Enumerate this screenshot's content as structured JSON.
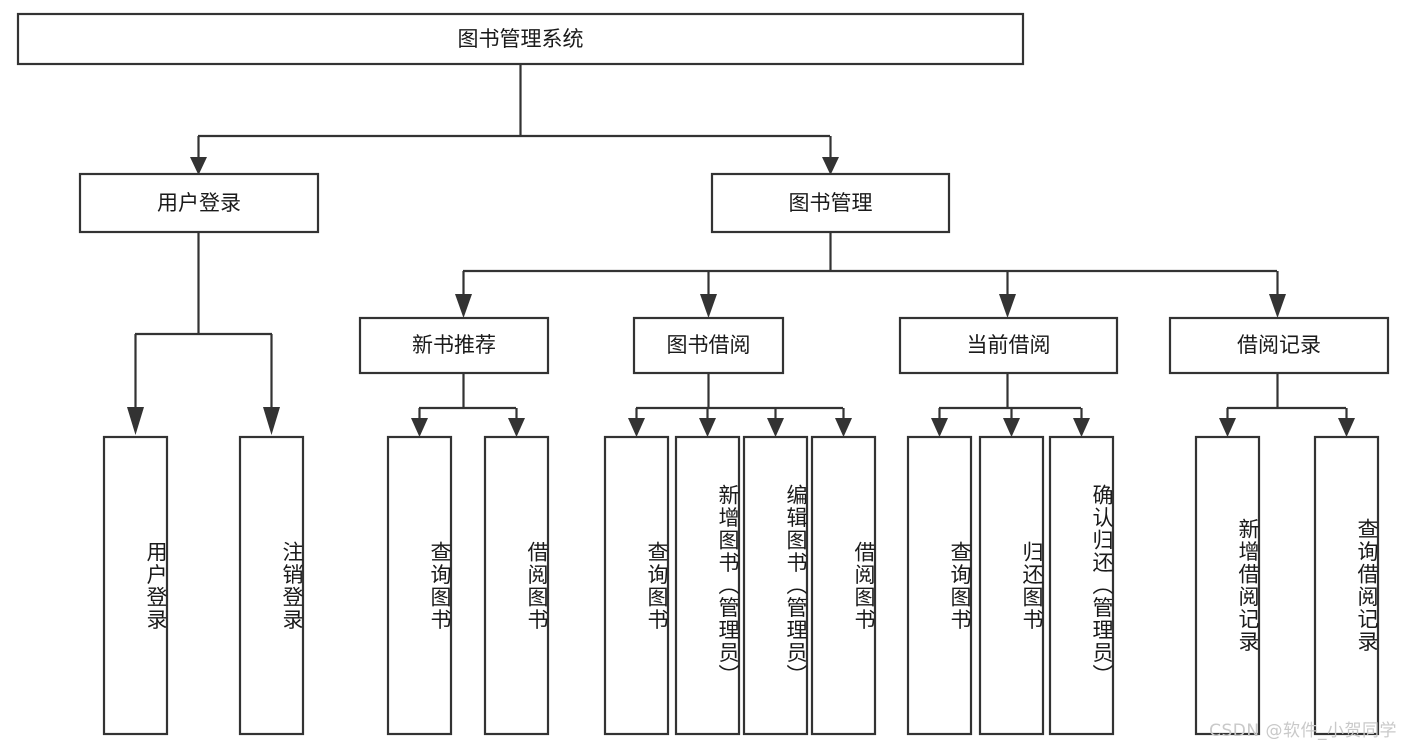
{
  "diagram": {
    "type": "tree",
    "title": "图书管理系统",
    "orientation": "top-down",
    "colors": {
      "box_stroke": "#333333",
      "box_fill": "#ffffff",
      "connector": "#333333",
      "text": "#1a1a1a",
      "watermark": "#c9c9c9",
      "background": "#ffffff"
    },
    "root": {
      "label": "图书管理系统"
    },
    "level2": [
      {
        "label": "用户登录"
      },
      {
        "label": "图书管理"
      }
    ],
    "level3": [
      {
        "label": "新书推荐"
      },
      {
        "label": "图书借阅"
      },
      {
        "label": "当前借阅"
      },
      {
        "label": "借阅记录"
      }
    ],
    "leaves_user_login": [
      {
        "label": "用户登录"
      },
      {
        "label": "注销登录"
      }
    ],
    "leaves_new_books": [
      {
        "label": "查询图书"
      },
      {
        "label": "借阅图书"
      }
    ],
    "leaves_borrow": [
      {
        "label": "查询图书"
      },
      {
        "label": "新增图书（管理员）"
      },
      {
        "label": "编辑图书（管理员）"
      },
      {
        "label": "借阅图书"
      }
    ],
    "leaves_current": [
      {
        "label": "查询图书"
      },
      {
        "label": "归还图书"
      },
      {
        "label": "确认归还（管理员）"
      }
    ],
    "leaves_records": [
      {
        "label": "新增借阅记录"
      },
      {
        "label": "查询借阅记录"
      }
    ]
  },
  "watermark": {
    "text": "CSDN @软件_小贺同学"
  }
}
